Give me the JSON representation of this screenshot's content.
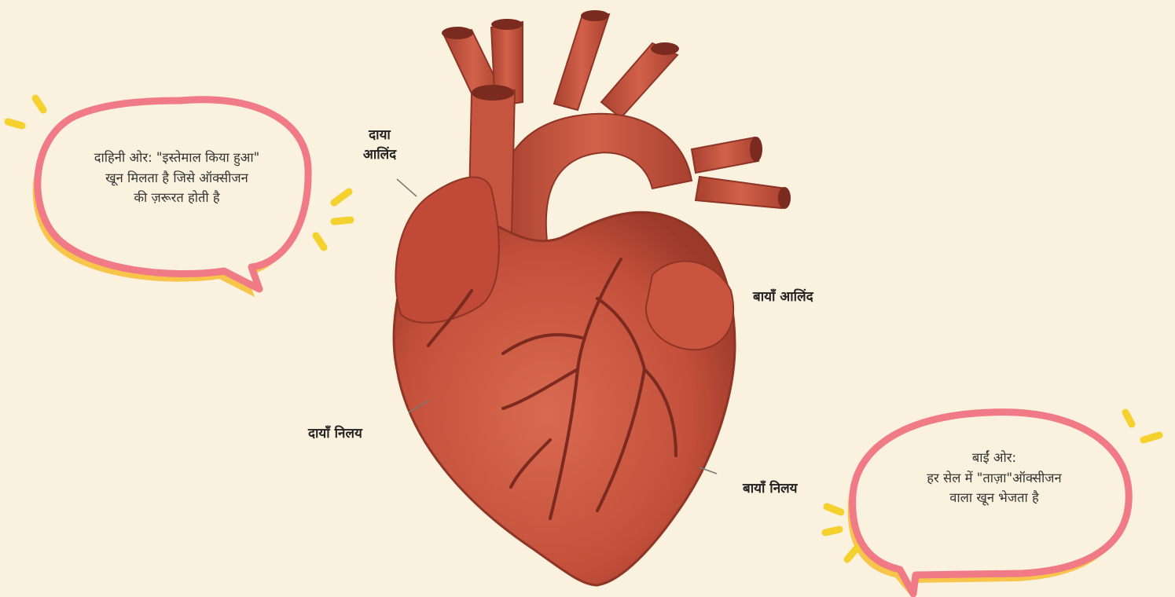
{
  "labels": {
    "right_atrium_line1": "दाया",
    "right_atrium_line2": "आलिंद",
    "left_atrium": "बायाँ आलिंद",
    "right_ventricle": "दायाँ निलय",
    "left_ventricle": "बायाँ निलय"
  },
  "bubble_left": {
    "line1": "दाहिनी ओर: \"इस्तेमाल किया हुआ\"",
    "line2": "खून मिलता है जिसे ऑक्सीजन",
    "line3": "की ज़रूरत होती है"
  },
  "bubble_right": {
    "line1": "बाईं ओर:",
    "line2": "हर सेल में \"ताज़ा\"ऑक्सीजन",
    "line3": "वाला खून भेजता है"
  },
  "colors": {
    "background": "#fbf1df",
    "bubble_outline": "#f07a86",
    "bubble_shadow": "#f7c54a",
    "accent_dash": "#f5d12e",
    "heart_base": "#c9553f",
    "heart_dark": "#8e3526",
    "vessel_lines": "#7c2a1f"
  }
}
